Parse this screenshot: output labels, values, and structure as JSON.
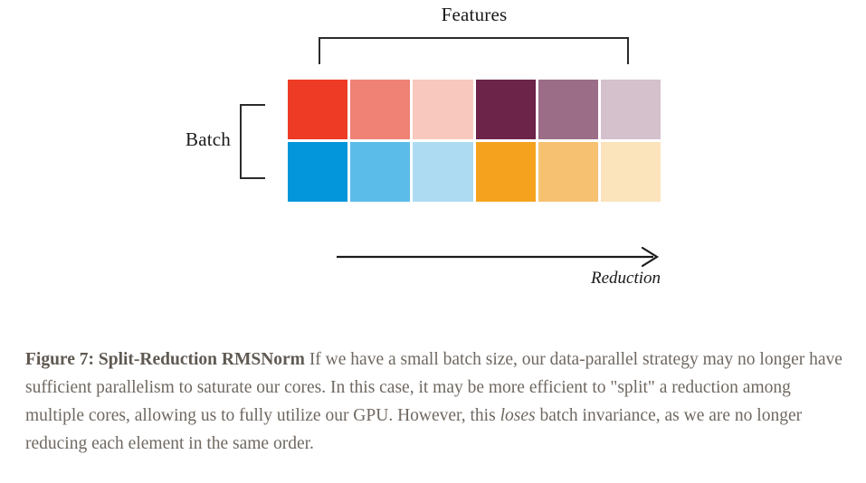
{
  "figure": {
    "features_label": "Features",
    "batch_label": "Batch",
    "reduction_label": "Reduction",
    "grid": {
      "rows": 2,
      "cols": 6,
      "row_labels": [
        "batch-row-0",
        "batch-row-1"
      ],
      "cells": [
        [
          "#ED3B25",
          "#EF8275",
          "#F8C8BE",
          "#6C2449",
          "#9C6D87",
          "#D4C1CC"
        ],
        [
          "#0496DB",
          "#5CBCE9",
          "#ADDCF2",
          "#F5A31E",
          "#F7C172",
          "#FBE3BC"
        ]
      ]
    },
    "bracket_color": "#2b2b2b",
    "arrow_color": "#1a1a1a"
  },
  "caption": {
    "figure_number": "Figure 7:",
    "title": "Split-Reduction RMSNorm",
    "body_1": " If we have a small batch size, our data-parallel strategy may no longer have sufficient parallelism to saturate our cores. In this case, it may be more efficient to \"split\" a reduction among multiple cores, allowing us to fully utilize our GPU. However, this ",
    "emphasis": "loses",
    "body_2": " batch invariance, as we are no longer reducing each element in the same order."
  }
}
